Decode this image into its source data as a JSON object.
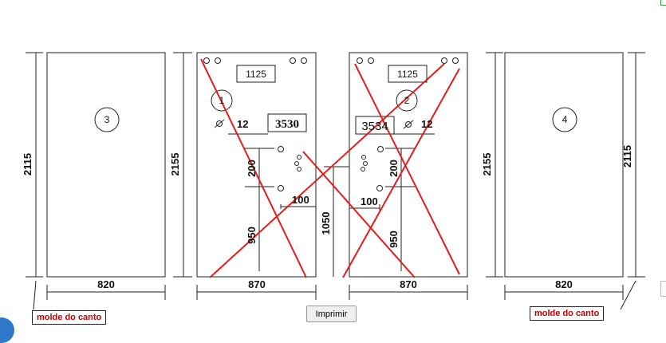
{
  "panels": [
    {
      "id": "3",
      "height_label": "2115",
      "width_label": "820"
    },
    {
      "id": "1",
      "height_label": "2155",
      "width_label": "870",
      "top_label": "1125",
      "code": "3530",
      "hole_size": "12",
      "hole_spacing": "200",
      "offset": "100",
      "lower": "950"
    },
    {
      "id": "2",
      "height_label": "2155",
      "width_label": "870",
      "top_label": "1125",
      "code": "3534",
      "hole_size": "12",
      "hole_spacing": "200",
      "offset": "100",
      "lower": "950"
    },
    {
      "id": "4",
      "height_label": "2115",
      "width_label": "820"
    }
  ],
  "center_dimension": "1050",
  "diameter_symbol": "⌀",
  "callouts": {
    "left": "molde do canto",
    "right": "molde do canto"
  },
  "print_button": "Imprimir",
  "colors": {
    "cross": "#e31c1c",
    "callout_text": "#c00000",
    "line": "#222222"
  }
}
